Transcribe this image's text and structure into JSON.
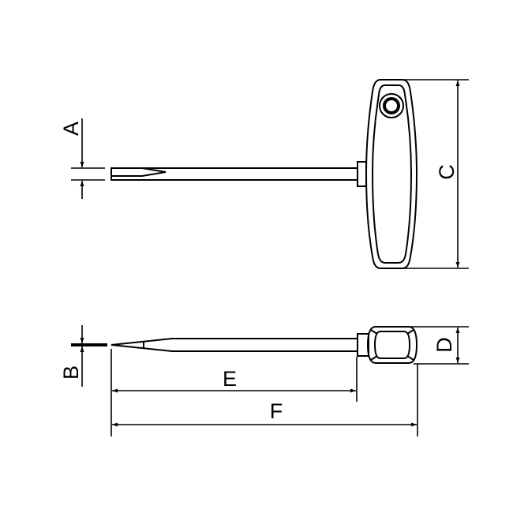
{
  "drawing": {
    "subject": "T-handle slotted screwdriver",
    "colors": {
      "line": "#000000",
      "background": "#ffffff"
    },
    "views": {
      "top": {
        "name": "front view with handle face"
      },
      "bottom": {
        "name": "side view with handle profile"
      }
    },
    "dimensions": {
      "A": {
        "label": "A",
        "meaning": "blade tip width"
      },
      "B": {
        "label": "B",
        "meaning": "blade tip thickness"
      },
      "C": {
        "label": "C",
        "meaning": "handle length"
      },
      "D": {
        "label": "D",
        "meaning": "handle thickness"
      },
      "E": {
        "label": "E",
        "meaning": "blade length"
      },
      "F": {
        "label": "F",
        "meaning": "overall length"
      }
    }
  }
}
